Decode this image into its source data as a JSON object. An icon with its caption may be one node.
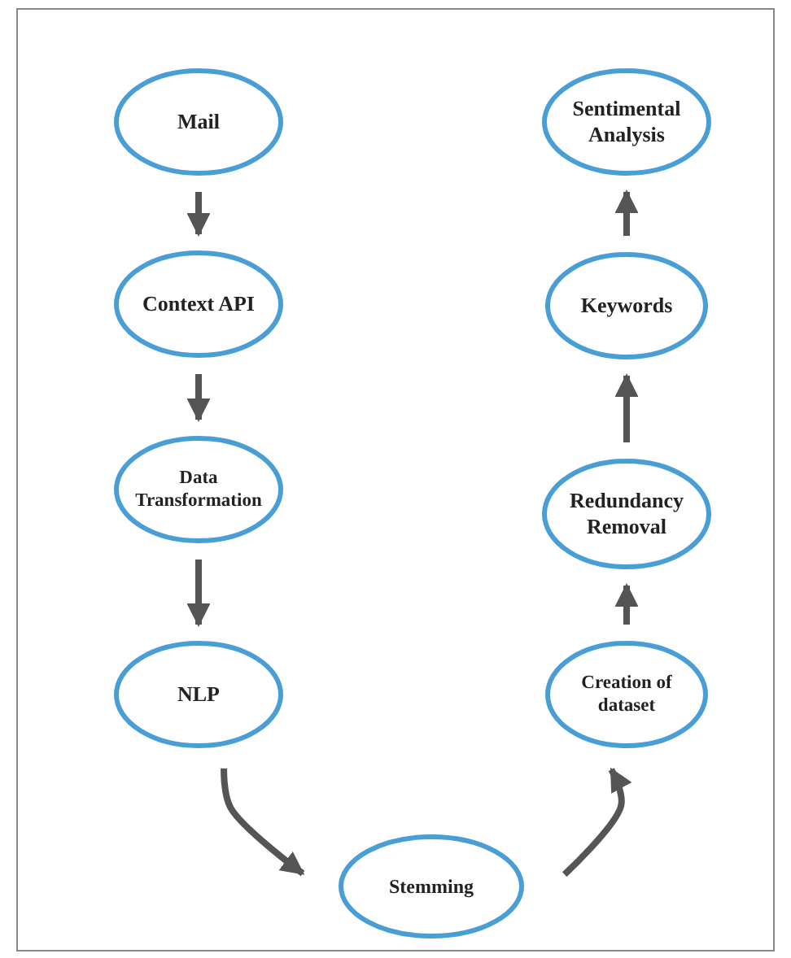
{
  "diagram": {
    "nodes": [
      {
        "text": [
          "Mail"
        ]
      },
      {
        "text": [
          "Context API"
        ]
      },
      {
        "text": [
          "Data Transformation"
        ]
      },
      {
        "text": [
          "NLP"
        ]
      },
      {
        "text": [
          "Stemming"
        ]
      },
      {
        "text": [
          "Creation of dataset"
        ]
      },
      {
        "text": [
          "Redundancy Removal"
        ]
      },
      {
        "text": [
          "Keywords"
        ]
      },
      {
        "text": [
          "Sentimental Analysis"
        ]
      }
    ],
    "edges": [
      {
        "from": 0,
        "to": 1,
        "arrow": "to"
      },
      {
        "from": 1,
        "to": 2,
        "arrow": "to"
      },
      {
        "from": 2,
        "to": 3,
        "arrow": "to"
      },
      {
        "from": 3,
        "to": 4,
        "arrow": "to"
      },
      {
        "from": 4,
        "to": 5,
        "arrow": "to"
      },
      {
        "from": 5,
        "to": 6,
        "arrow": "to"
      },
      {
        "from": 6,
        "to": 7,
        "arrow": "to"
      },
      {
        "from": 7,
        "to": 8,
        "arrow": "to"
      }
    ]
  }
}
